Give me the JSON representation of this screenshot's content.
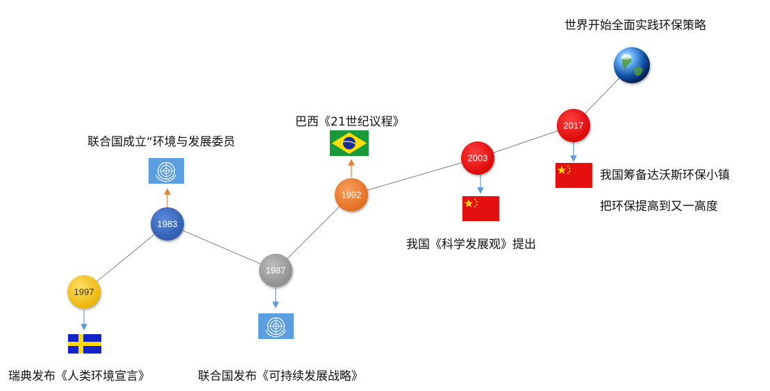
{
  "timeline": {
    "nodes": [
      {
        "id": "1997",
        "year": "1997",
        "color": "#f5c000"
      },
      {
        "id": "1983",
        "year": "1983",
        "color": "#3d6cc4"
      },
      {
        "id": "1987",
        "year": "1987",
        "color": "#9c9c9c"
      },
      {
        "id": "1992",
        "year": "1992",
        "color": "#ef7a2a"
      },
      {
        "id": "2003",
        "year": "2003",
        "color": "#ee0a0a"
      },
      {
        "id": "2017",
        "year": "2017",
        "color": "#ee0a0a"
      }
    ],
    "arrow_colors": {
      "down": "#5b9bd5",
      "up": "#ed7d31"
    },
    "line_color": "#808080"
  },
  "events": {
    "sweden": {
      "text": "瑞典发布《人类环境宣言》",
      "flag": "sweden-flag"
    },
    "un_1983": {
      "text": "联合国成立“环境与发展委员",
      "flag": "un-flag"
    },
    "un_1987": {
      "text": "联合国发布《可持续发展战略》",
      "flag": "un-flag"
    },
    "brazil": {
      "text": "巴西《21世纪议程》",
      "flag": "brazil-flag"
    },
    "china_2003": {
      "text": "我国《科学发展观》提出",
      "flag": "china-flag"
    },
    "china_2017": {
      "line1": "我国筹备达沃斯环保小镇",
      "line2": "把环保提高到又一高度",
      "flag": "china-flag"
    },
    "world": {
      "text": "世界开始全面实践环保策略",
      "icon": "globe-icon"
    }
  }
}
